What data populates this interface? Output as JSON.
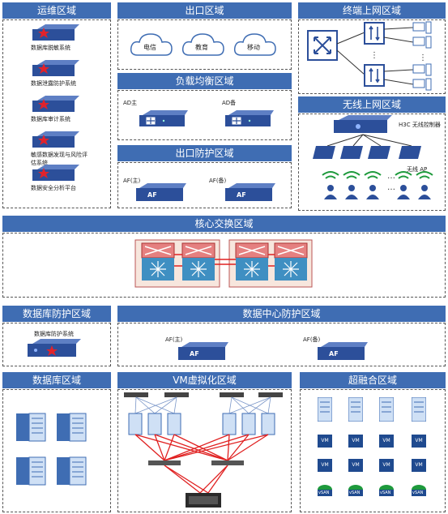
{
  "zones": {
    "ops": {
      "title": "运维区域",
      "items": [
        "数据库脱敏系统",
        "数据泄露防护系统",
        "数据库审计系统",
        "敏感数据发现与风险评估系统",
        "数据安全分析平台"
      ]
    },
    "exit": {
      "title": "出口区域",
      "clouds": [
        "电信",
        "教育",
        "移动"
      ]
    },
    "lb": {
      "title": "负载均衡区域",
      "primary": "AD主",
      "backup": "AD备"
    },
    "exitprot": {
      "title": "出口防护区域",
      "primary": "AF(主)",
      "backup": "AF(备)",
      "device": "AF"
    },
    "terminal": {
      "title": "终端上网区域"
    },
    "wireless": {
      "title": "无线上网区域",
      "controller": "H3C 无线控制器",
      "ap": "无线 AP"
    },
    "core": {
      "title": "核心交换区域"
    },
    "dbprot": {
      "title": "数据库防护区域",
      "item": "数据库防护系统"
    },
    "dcprot": {
      "title": "数据中心防护区域",
      "primary": "AF(主)",
      "backup": "AF(备)",
      "device": "AF"
    },
    "db": {
      "title": "数据库区域"
    },
    "vm": {
      "title": "VM虚拟化区域"
    },
    "hci": {
      "title": "超融合区域",
      "vm_label": "VM",
      "san_label": "vSAN"
    }
  },
  "colors": {
    "header": "#3f6db3",
    "device": "#2c4f9a",
    "alert": "#e0232b",
    "link": "#e02020"
  },
  "ops_device_label": "",
  "icons": [
    "cloud-icon",
    "server-icon",
    "switch-icon",
    "firewall-icon",
    "user-icon",
    "wifi-icon",
    "monitor-icon"
  ]
}
